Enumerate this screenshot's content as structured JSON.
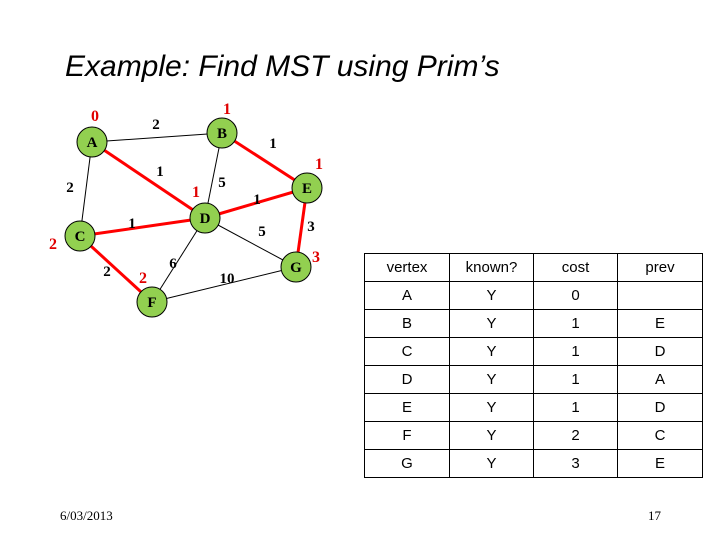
{
  "title": "Example: Find MST using Prim’s",
  "graph": {
    "nodes": [
      {
        "id": "A",
        "label": "A",
        "cost": "0"
      },
      {
        "id": "B",
        "label": "B",
        "cost": "1"
      },
      {
        "id": "C",
        "label": "C",
        "cost": "2"
      },
      {
        "id": "D",
        "label": "D",
        "cost": "1"
      },
      {
        "id": "E",
        "label": "E",
        "cost": "1"
      },
      {
        "id": "F",
        "label": "F",
        "cost": "2"
      },
      {
        "id": "G",
        "label": "G",
        "cost": "3"
      }
    ],
    "edges": [
      {
        "from": "A",
        "to": "B",
        "weight": "2",
        "in_mst": false
      },
      {
        "from": "A",
        "to": "C",
        "weight": "2",
        "in_mst": false
      },
      {
        "from": "A",
        "to": "D",
        "weight": "1",
        "in_mst": true
      },
      {
        "from": "B",
        "to": "D",
        "weight": "5",
        "in_mst": false
      },
      {
        "from": "B",
        "to": "E",
        "weight": "1",
        "in_mst": true
      },
      {
        "from": "C",
        "to": "D",
        "weight": "1",
        "in_mst": true
      },
      {
        "from": "D",
        "to": "E",
        "weight": "1",
        "in_mst": true
      },
      {
        "from": "E",
        "to": "G",
        "weight": "3",
        "in_mst": true
      },
      {
        "from": "D",
        "to": "G",
        "weight": "5",
        "in_mst": false
      },
      {
        "from": "C",
        "to": "F",
        "weight": "2",
        "in_mst": true
      },
      {
        "from": "D",
        "to": "F",
        "weight": "6",
        "in_mst": false
      },
      {
        "from": "F",
        "to": "G",
        "weight": "10",
        "in_mst": false
      }
    ],
    "colors": {
      "node_fill": "#92d050",
      "mst_edge": "#ff0000",
      "edge": "#000000",
      "cost": "#e00000"
    }
  },
  "table": {
    "headers": [
      "vertex",
      "known?",
      "cost",
      "prev"
    ],
    "rows": [
      [
        "A",
        "Y",
        "0",
        ""
      ],
      [
        "B",
        "Y",
        "1",
        "E"
      ],
      [
        "C",
        "Y",
        "1",
        "D"
      ],
      [
        "D",
        "Y",
        "1",
        "A"
      ],
      [
        "E",
        "Y",
        "1",
        "D"
      ],
      [
        "F",
        "Y",
        "2",
        "C"
      ],
      [
        "G",
        "Y",
        "3",
        "E"
      ]
    ]
  },
  "footer": {
    "date": "6/03/2013",
    "page": "17"
  }
}
